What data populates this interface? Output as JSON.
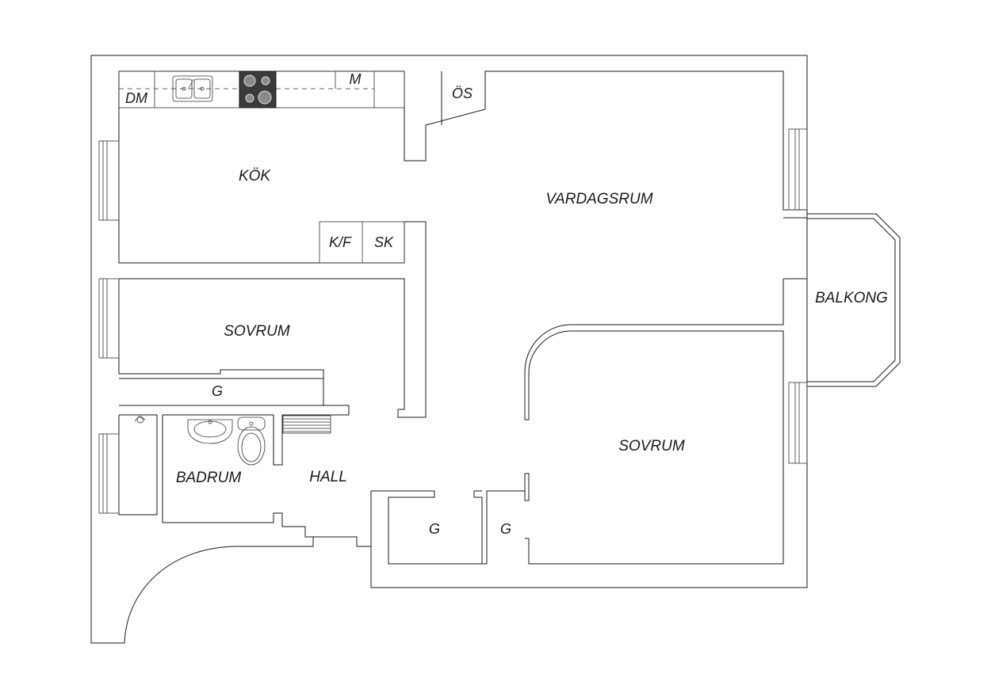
{
  "plan": {
    "rooms": {
      "kitchen": "KÖK",
      "living_room": "VARDAGSRUM",
      "bedroom_1": "SOVRUM",
      "bedroom_2": "SOVRUM",
      "bathroom": "BADRUM",
      "hall": "HALL",
      "balcony": "BALKONG"
    },
    "fixtures": {
      "dishwasher": "DM",
      "microwave": "M",
      "tiled_stove": "ÖS",
      "fridge_freezer": "K/F",
      "cabinet": "SK",
      "wardrobe_bedroom": "G",
      "wardrobe_hall": "G",
      "wardrobe_bedroom_2": "G"
    },
    "colors": {
      "wall_stroke": "#1a1a1a",
      "stove_fill": "#3a3a3a",
      "background": "#ffffff"
    }
  }
}
